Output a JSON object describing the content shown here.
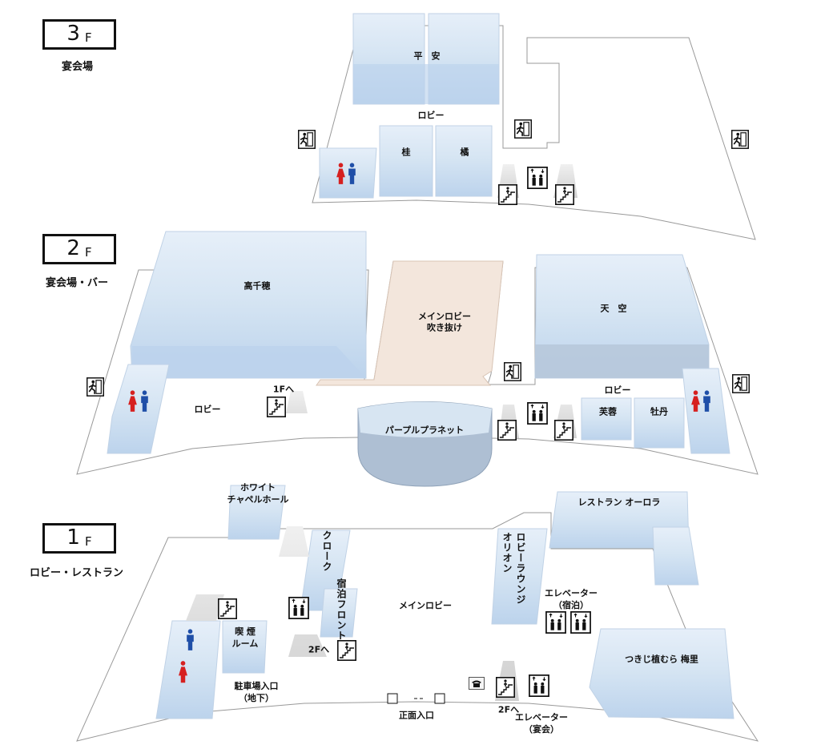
{
  "floors": [
    {
      "num": "3",
      "f": "F",
      "subtitle": "宴会場"
    },
    {
      "num": "2",
      "f": "F",
      "subtitle": "宴会場・バー"
    },
    {
      "num": "1",
      "f": "F",
      "subtitle": "ロビー・レストラン"
    }
  ],
  "labels3f": {
    "heian": "平　安",
    "lobby": "ロビー",
    "katsura": "桂",
    "tachibana": "橘"
  },
  "labels2f": {
    "takachiho": "高千穂",
    "main_lobby": "メインロビー",
    "fukinuke": "吹き抜け",
    "ten": "天　空",
    "lobby_left": "ロビー",
    "lobby_right": "ロビー",
    "to_1f": "1Fへ",
    "purple_planet": "パープルプラネット",
    "fuyo": "芙蓉",
    "botan": "牡丹"
  },
  "labels1f": {
    "white_chapel": "ホワイト\nチャペルホール",
    "cloak": "クローク",
    "front": "宿泊フロント",
    "main_lobby": "メインロビー",
    "lounge": "ロビーラウンジ",
    "orion": "オリオン",
    "aurora": "レストラン オーロラ",
    "elevator_stay": "エレベーター\n（宿泊）",
    "smoking": "喫 煙\nルーム",
    "to_2f_left": "2Fへ",
    "parking": "駐車場入口\n（地下）",
    "main_entrance": "正面入口",
    "to_2f_right": "2Fへ",
    "elevator_banquet": "エレベーター\n（宴会）",
    "tsukiji": "つきじ植むら 梅里"
  },
  "colors": {
    "room": "#c5d9ee",
    "room_top": "#e4eef8",
    "atrium": "#f2e4da",
    "male": "#1f4fa8",
    "female": "#d62020",
    "outline": "#9a9a9a"
  }
}
